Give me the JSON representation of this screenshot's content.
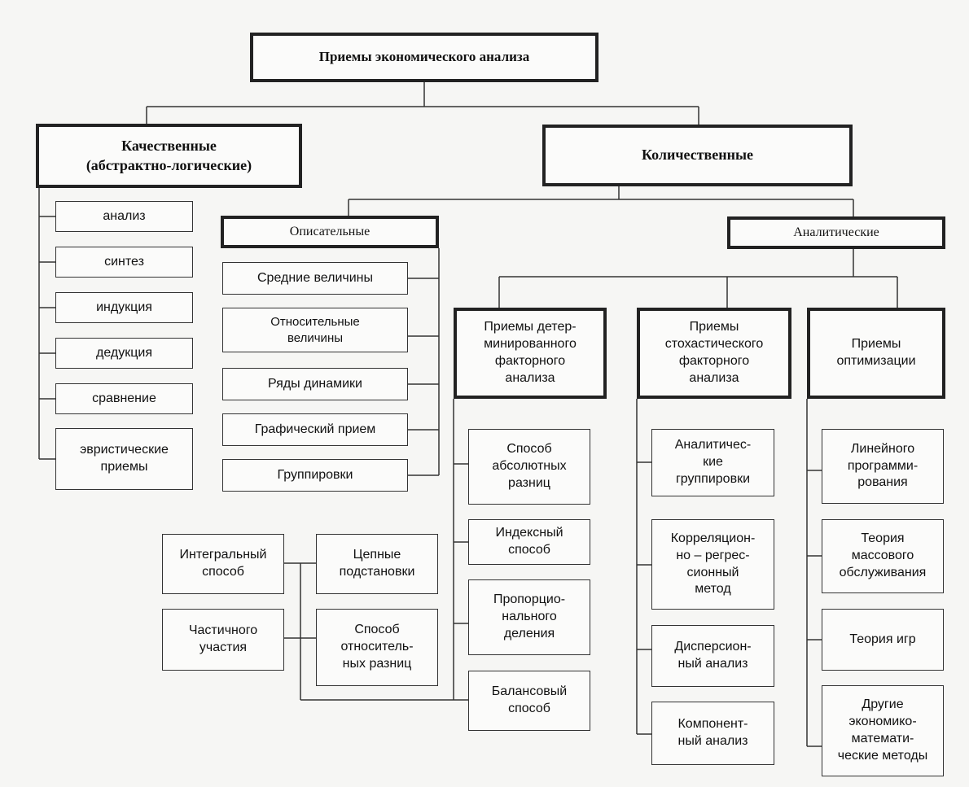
{
  "root": "Приемы экономического анализа",
  "qualitative": {
    "title": "Качественные\n(абстрактно-логические)",
    "items": [
      "анализ",
      "синтез",
      "индукция",
      "дедукция",
      "сравнение",
      "эвристические\nприемы"
    ]
  },
  "quantitative": {
    "title": "Количественные",
    "descriptive": {
      "title": "Описательные",
      "items": [
        "Средние величины",
        "Относительные\nвеличины",
        "Ряды динамики",
        "Графический прием",
        "Группировки"
      ]
    },
    "analytical": {
      "title": "Аналитические",
      "deterministic": {
        "title": "Приемы детер-\nминированного\nфакторного\nанализа",
        "items": [
          "Способ\nабсолютных\nразниц",
          "Индексный\nспособ",
          "Пропорцио-\nнального\nделения",
          "Балансовый\nспособ"
        ],
        "sub": [
          "Интегральный\nспособ",
          "Цепные\nподстановки",
          "Частичного\nучастия",
          "Способ\nотноситель-\nных разниц"
        ]
      },
      "stochastic": {
        "title": "Приемы\nстохастического\nфакторного\nанализа",
        "items": [
          "Аналитичес-\nкие\nгруппировки",
          "Корреляцион-\nно – регрес-\nсионный\nметод",
          "Дисперсион-\nный анализ",
          "Компонент-\nный анализ"
        ]
      },
      "optimization": {
        "title": "Приемы\nоптимизации",
        "items": [
          "Линейного\nпрограмми-\nрования",
          "Теория\nмассового\nобслуживания",
          "Теория игр",
          "Другие\nэкономико-\nматемати-\nческие методы"
        ]
      }
    }
  }
}
